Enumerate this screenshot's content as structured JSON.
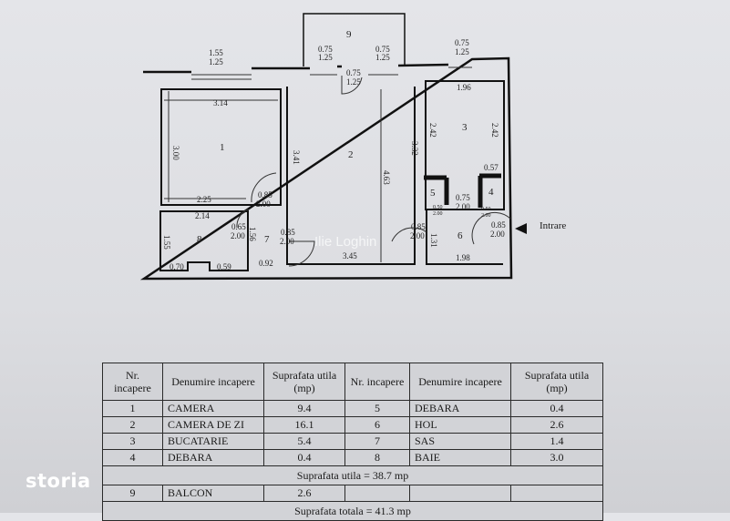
{
  "plan": {
    "rooms": [
      "1",
      "2",
      "3",
      "4",
      "5",
      "6",
      "7",
      "8",
      "9"
    ],
    "windows": {
      "w1": [
        "1.55",
        "1.25"
      ],
      "w2": [
        "0.75",
        "1.25"
      ],
      "w3": [
        "0.75",
        "1.25"
      ],
      "w4": [
        "0.75",
        "1.25"
      ],
      "w5": [
        "0.75",
        "1.25"
      ]
    },
    "dims": {
      "r1_w": "3.14",
      "r1_h": "3.00",
      "r1_b": "2.25",
      "r2_l": "3.41",
      "r2_h": "4.63",
      "r2_r": "3.32",
      "r2_b": "3.45",
      "r3_w": "1.96",
      "r3_l": "2.42",
      "r3_r": "2.42",
      "r3_s": "0.57",
      "r8_w": "2.14",
      "r8_h": "1.55",
      "r8_b1": "0.70",
      "r8_b2": "0.59",
      "r7_b": "0.92",
      "r7_h": "1.56",
      "r6_h": "1.31",
      "r6_b": "1.98"
    },
    "doors": {
      "d1": [
        "0.85",
        "2.00"
      ],
      "d2": [
        "0.65",
        "2.00"
      ],
      "d3": [
        "0.85",
        "2.00"
      ],
      "d4": [
        "0.85",
        "2.00"
      ],
      "d5": [
        "0.75",
        "2.00"
      ],
      "d6": [
        "0.85",
        "2.00"
      ],
      "d7": [
        "0.50",
        "2.00"
      ],
      "d8": [
        "0.50",
        "2.00"
      ]
    },
    "entrance_label": "Intrare",
    "watermark": "Ilie Loghin"
  },
  "table": {
    "headers": [
      "Nr. incapere",
      "Denumire incapere",
      "Suprafata utila (mp)",
      "Nr. incapere",
      "Denumire incapere",
      "Suprafata utila (mp)"
    ],
    "rows": [
      [
        "1",
        "CAMERA",
        "9.4",
        "5",
        "DEBARA",
        "0.4"
      ],
      [
        "2",
        "CAMERA DE ZI",
        "16.1",
        "6",
        "HOL",
        "2.6"
      ],
      [
        "3",
        "BUCATARIE",
        "5.4",
        "7",
        "SAS",
        "1.4"
      ],
      [
        "4",
        "DEBARA",
        "0.4",
        "8",
        "BAIE",
        "3.0"
      ]
    ],
    "subtotal": "Suprafata utila = 38.7 mp",
    "balcony_row": [
      "9",
      "BALCON",
      "2.6"
    ],
    "total": "Suprafata totala = 41.3 mp"
  },
  "logo": "storia"
}
